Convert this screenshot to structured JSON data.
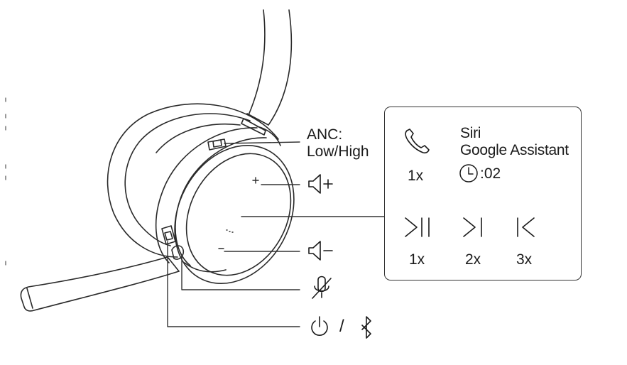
{
  "callouts": {
    "anc": {
      "line1": "ANC:",
      "line2": "Low/High"
    },
    "volume_up_icon": "volume-up-icon",
    "volume_down_icon": "volume-down-icon",
    "mute_icon": "mic-mute-icon",
    "power_icon": "power-icon",
    "bluetooth_icon": "bluetooth-icon",
    "power_bt_separator": "/"
  },
  "controls_panel": {
    "call": {
      "icon": "phone-icon",
      "presses": "1x"
    },
    "assistant": {
      "line1": "Siri",
      "line2": "Google Assistant",
      "icon": "clock-icon",
      "hold": ":02"
    },
    "playback": [
      {
        "icon": "play-pause-icon",
        "presses": "1x"
      },
      {
        "icon": "next-track-icon",
        "presses": "2x"
      },
      {
        "icon": "previous-track-icon",
        "presses": "3x"
      }
    ]
  }
}
